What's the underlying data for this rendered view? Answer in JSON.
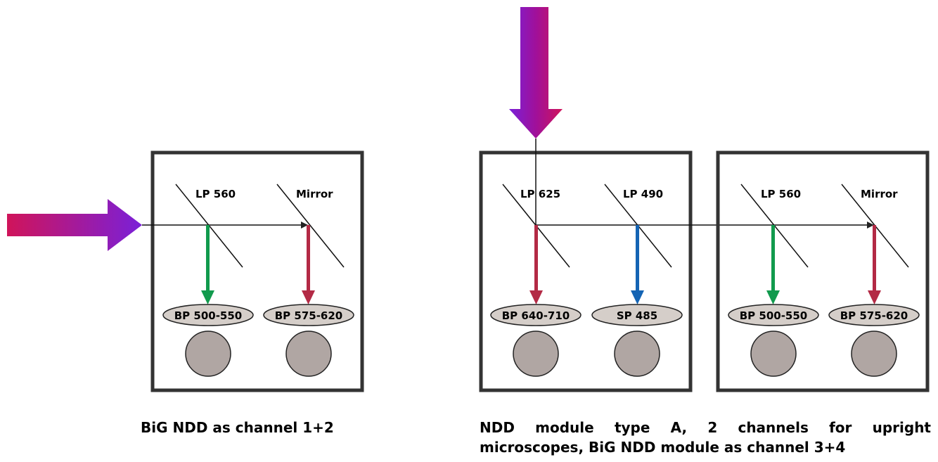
{
  "colors": {
    "arrow_gradient_start": "#c2185b",
    "arrow_gradient_end": "#7b1fd0",
    "green": "#119a4d",
    "red": "#b32a45",
    "blue": "#1464b4",
    "filter_fill": "#d5cec9",
    "detector_fill": "#b0a6a3",
    "box_stroke": "#333333"
  },
  "captions": {
    "left": "BiG NDD as channel 1+2",
    "right_line1": "NDD module type A, 2 channels for upright",
    "right_line2": "microscopes, BiG NDD module as channel 3+4"
  },
  "module_big_left": {
    "mirror1_label": "LP 560",
    "mirror2_label": "Mirror",
    "filter1": "BP 500-550",
    "filter2": "BP 575-620",
    "channel1_color": "green",
    "channel2_color": "red"
  },
  "module_ndd_a": {
    "mirror1_label": "LP 625",
    "mirror2_label": "LP 490",
    "filter1": "BP 640-710",
    "filter2": "SP 485",
    "channel1_color": "red",
    "channel2_color": "blue"
  },
  "module_big_right": {
    "mirror1_label": "LP 560",
    "mirror2_label": "Mirror",
    "filter1": "BP 500-550",
    "filter2": "BP 575-620",
    "channel1_color": "green",
    "channel2_color": "red"
  }
}
